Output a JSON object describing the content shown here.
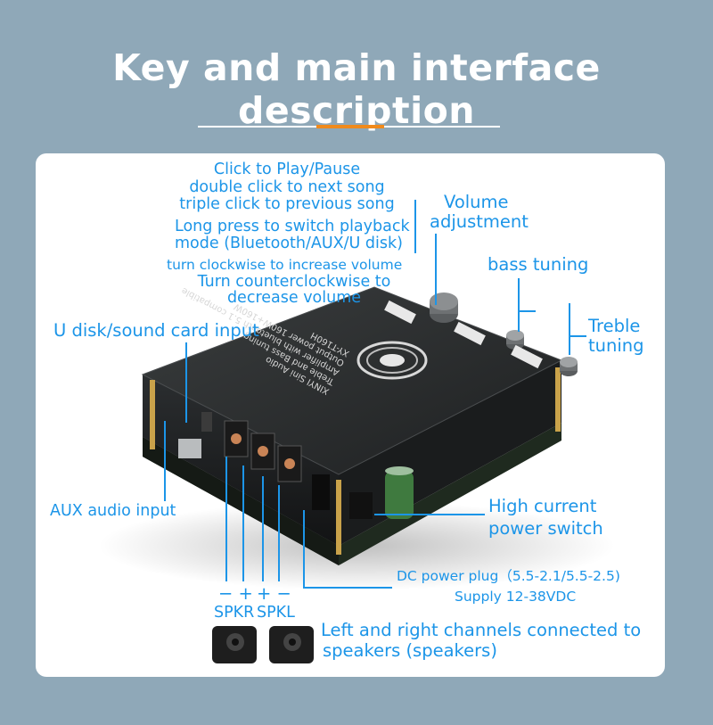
{
  "header": {
    "title": "Key and main interface description"
  },
  "labels": {
    "knob_text_1": "Click to Play/Pause",
    "knob_text_2": "double click to next song",
    "knob_text_3": "triple click to previous song",
    "knob_text_4": "Long press to switch playback",
    "knob_text_5": "mode (Bluetooth/AUX/U disk)",
    "knob_text_6": "turn clockwise to increase volume",
    "knob_text_7": "Turn counterclockwise to",
    "knob_text_8": "decrease volume",
    "volume_1": "Volume",
    "volume_2": "adjustment",
    "bass": "bass tuning",
    "treble_1": "Treble",
    "treble_2": "tuning",
    "udisk": "U disk/sound card input",
    "aux": "AUX audio input",
    "switch_1": "High current",
    "switch_2": "power switch",
    "dc_1": "DC power plug（5.5-2.1/5.5-2.5)",
    "dc_2": "Supply 12-38VDC",
    "spkr_pol": "− +",
    "spkl_pol": "+ −",
    "spkr": "SPKR",
    "spkl": "SPKL",
    "speakers_1": "Left and right channels connected to",
    "speakers_2": "speakers (speakers)"
  },
  "board_print": {
    "line1": "XINYI Sini Audio",
    "line2": "Treble and Bass tuning",
    "line3": "Amplifier with bluetooth 5.1 compatible",
    "line4": "Output power 160W+160W",
    "line5": "XY-T160H"
  },
  "colors": {
    "background": "#8fa8b8",
    "accent": "#f08a1c",
    "label_blue": "#1c95e8",
    "board": "#2a2d2e"
  }
}
